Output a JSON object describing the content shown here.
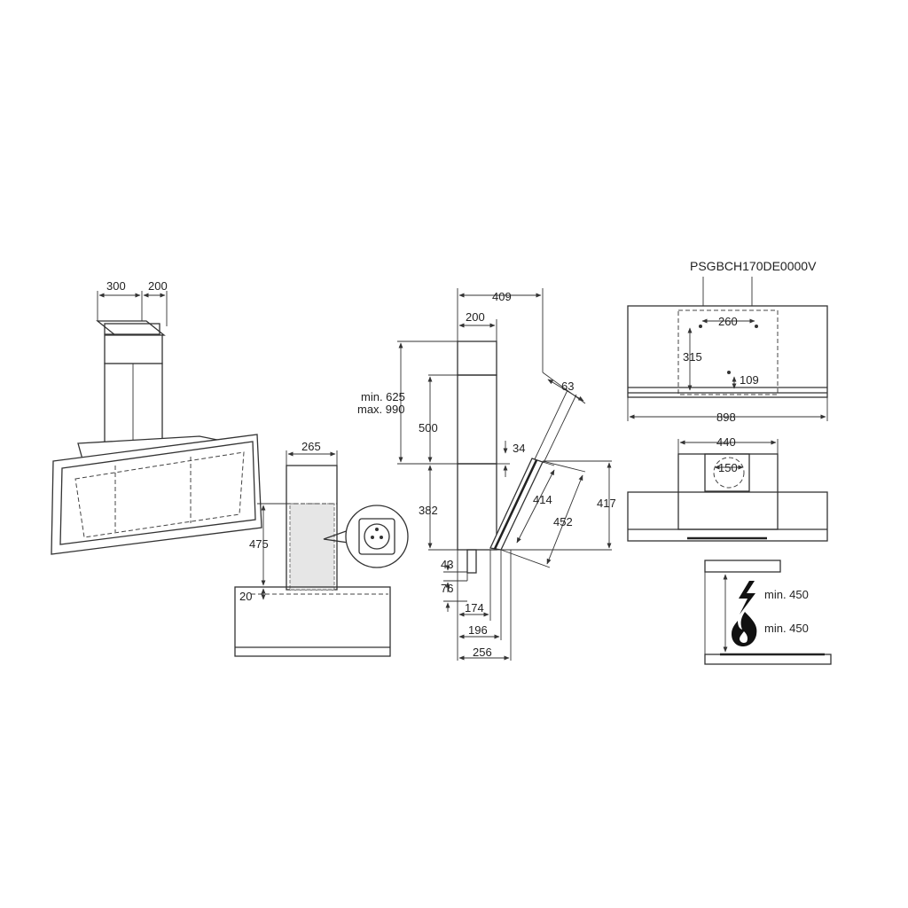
{
  "model_code": "PSGBCH170DE0000V",
  "isometric": {
    "dims": [
      "300",
      "200"
    ]
  },
  "socket_view": {
    "dims": [
      "265",
      "475",
      "20"
    ]
  },
  "side_view": {
    "dims": [
      "409",
      "200",
      "min. 625",
      "max. 990",
      "500",
      "63",
      "34",
      "382",
      "414",
      "452",
      "417",
      "43",
      "76",
      "174",
      "196",
      "256"
    ]
  },
  "top_view": {
    "dims": [
      "260",
      "315",
      "109",
      "898"
    ]
  },
  "front_view": {
    "dims": [
      "440",
      "150"
    ]
  },
  "clearance_view": {
    "electric_label": "min. 450",
    "gas_label": "min. 450",
    "electric_icon": "lightning-icon",
    "gas_icon": "flame-icon"
  }
}
